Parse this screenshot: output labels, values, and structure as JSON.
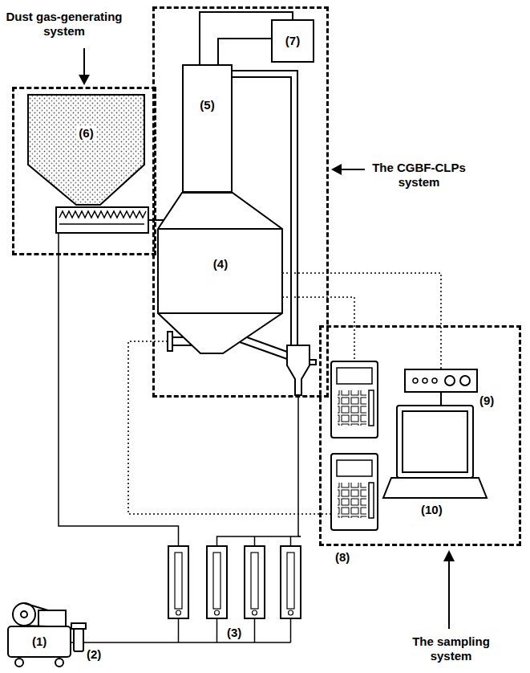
{
  "diagram": {
    "nodes": [
      {
        "text": [
          "Dust gas-generating system"
        ]
      },
      {
        "text": [
          "(6)"
        ],
        "in": 0
      },
      {
        "text": [
          "The CGBF-CLPs system"
        ]
      },
      {
        "text": [
          "(5)"
        ],
        "in": 2
      },
      {
        "text": [
          "(7)"
        ],
        "in": 2
      },
      {
        "text": [
          "(4)"
        ],
        "in": 2
      },
      {
        "text": [
          "The sampling system"
        ]
      }
    ],
    "edges": [
      {
        "from": 1,
        "to": 5,
        "arrow": "none"
      },
      {
        "from": 3,
        "to": 4,
        "arrow": "none"
      },
      {
        "from": 3,
        "to": 4,
        "arrow": "none"
      }
    ],
    "labels": [
      "(1)",
      "(2)",
      "(3)",
      "(8)",
      "(9)",
      "(10)"
    ]
  }
}
